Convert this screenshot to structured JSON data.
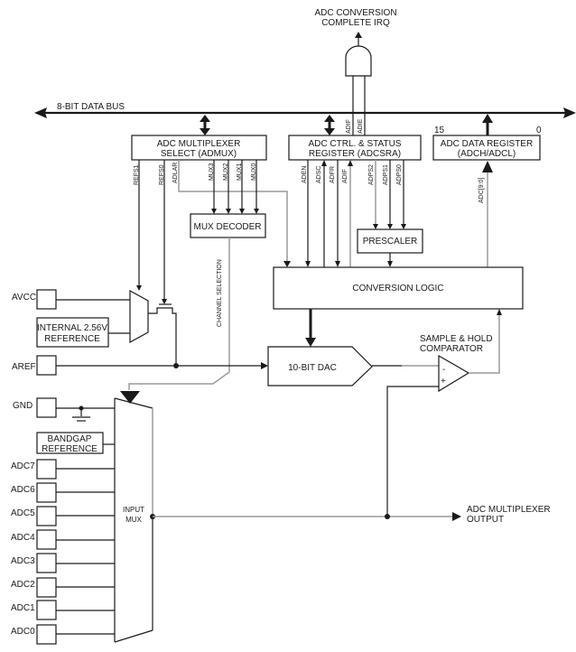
{
  "title": "ADC Block Schematic",
  "bus": {
    "label": "8-BIT DATA BUS"
  },
  "irq": {
    "label_line1": "ADC CONVERSION",
    "label_line2": "COMPLETE IRQ",
    "inputs": [
      "ADIF",
      "ADIE"
    ]
  },
  "admux": {
    "line1": "ADC MULTIPLEXER",
    "line2": "SELECT (ADMUX)",
    "signals": [
      "REFS1",
      "REFS0",
      "ADLAR",
      "MUX3",
      "MUX2",
      "MUX1",
      "MUX0"
    ]
  },
  "adcsra": {
    "line1": "ADC CTRL. & STATUS",
    "line2": "REGISTER (ADCSRA)",
    "signals": [
      "ADEN",
      "ADSC",
      "ADFR",
      "ADIF",
      "ADPS2",
      "ADPS1",
      "ADPS0"
    ]
  },
  "data_register": {
    "line1": "ADC DATA REGISTER",
    "line2": "(ADCH/ADCL)",
    "bit_high": "15",
    "bit_low": "0",
    "signal": "ADC[9:0]"
  },
  "mux_decoder": {
    "label": "MUX DECODER"
  },
  "prescaler": {
    "label": "PRESCALER"
  },
  "conversion_logic": {
    "label": "CONVERSION LOGIC"
  },
  "channel_selection": {
    "label": "CHANNEL SELECTION"
  },
  "dac": {
    "label": "10-BIT DAC"
  },
  "comparator": {
    "line1": "SAMPLE & HOLD",
    "line2": "COMPARATOR",
    "minus": "-",
    "plus": "+"
  },
  "internal_ref": {
    "line1": "INTERNAL 2.56V",
    "line2": "REFERENCE"
  },
  "bandgap": {
    "line1": "BANDGAP",
    "line2": "REFERENCE"
  },
  "input_mux": {
    "line1": "INPUT",
    "line2": "MUX"
  },
  "mux_output": {
    "line1": "ADC MULTIPLEXER",
    "line2": "OUTPUT"
  },
  "pins": {
    "avcc": "AVCC",
    "aref": "AREF",
    "gnd": "GND",
    "adc": [
      "ADC7",
      "ADC6",
      "ADC5",
      "ADC4",
      "ADC3",
      "ADC2",
      "ADC1",
      "ADC0"
    ]
  }
}
